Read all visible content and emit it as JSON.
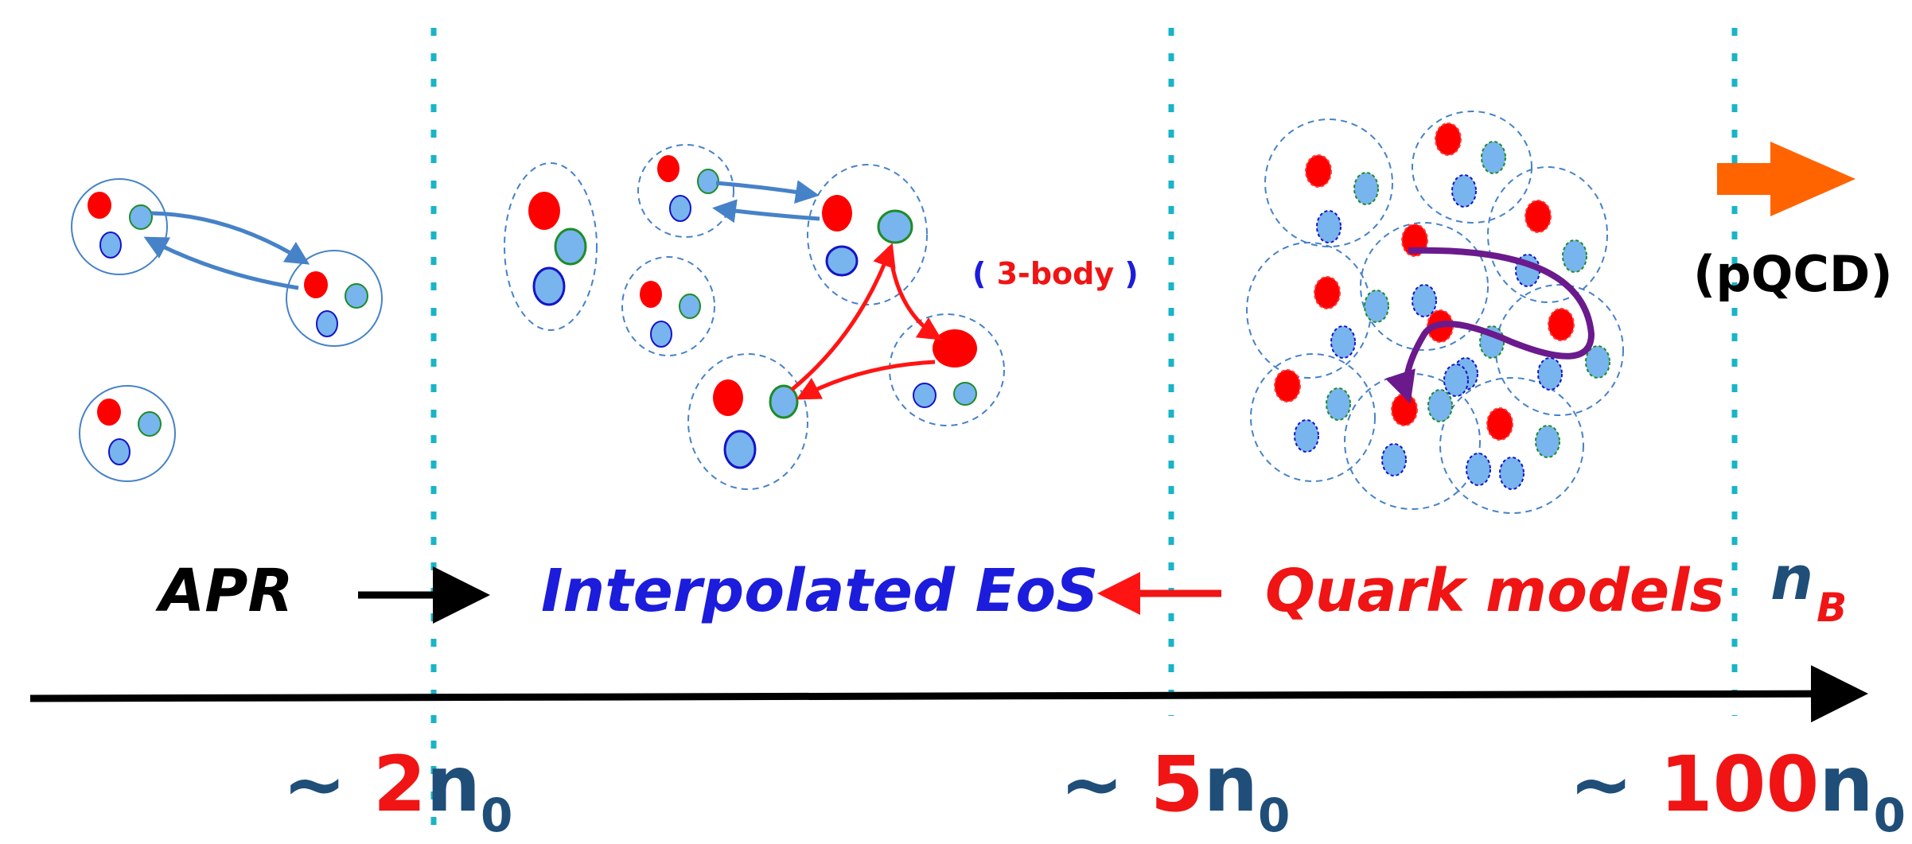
{
  "regions": {
    "apr": "APR",
    "interpolated": "Interpolated EoS",
    "quark": "Quark models"
  },
  "axis": {
    "label_main": "n",
    "label_sub": "B"
  },
  "annotations": {
    "three_body_open": "(",
    "three_body_text": " 3-body ",
    "three_body_close": ")",
    "pqcd": "(pQCD)"
  },
  "ticks": [
    {
      "prefix": "~ ",
      "number": "2",
      "n": "n",
      "sub": "0"
    },
    {
      "prefix": "~ ",
      "number": "5",
      "n": "n",
      "sub": "0"
    },
    {
      "prefix": "~ ",
      "number": "100",
      "n": "n",
      "sub": "0"
    }
  ],
  "colors": {
    "divider": "#19b4c8",
    "axis": "#000000",
    "red_particle": "#ff0000",
    "blue_particle": "#78b4ee",
    "green_particle": "#78b4ee",
    "arrow_blue": "#4682c8",
    "arrow_red": "#ff1414",
    "arrow_purple": "#6a1a8c",
    "arrow_orange": "#ff6400"
  }
}
